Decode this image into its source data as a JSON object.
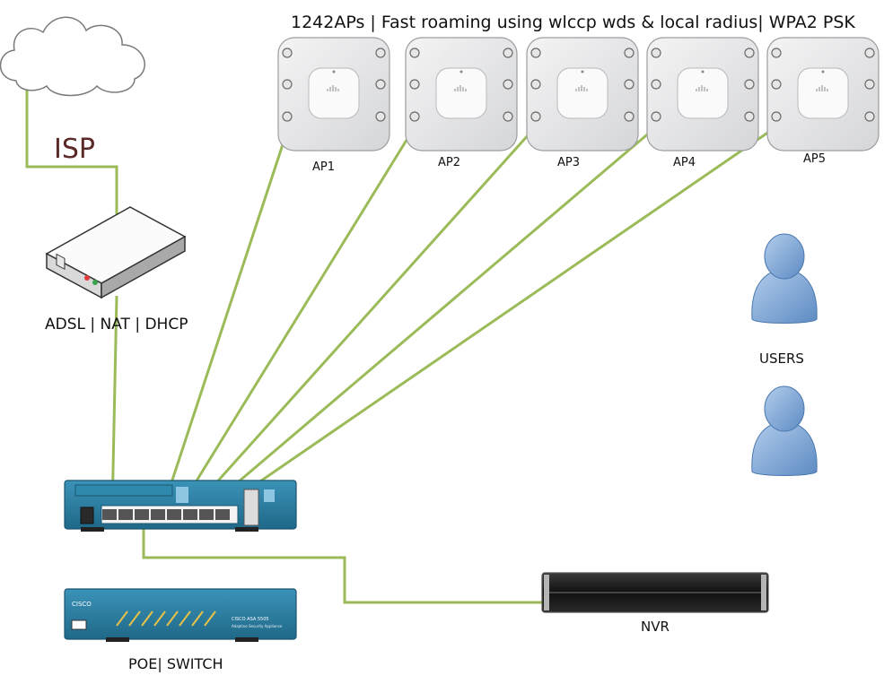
{
  "title": "1242APs | Fast roaming using wlccp wds & local radius| WPA2 PSK",
  "isp_label": "ISP",
  "modem_label": "ADSL | NAT | DHCP",
  "users_label": "USERS",
  "nvr_label": "NVR",
  "switch_label": "POE| SWITCH",
  "access_points": [
    {
      "label": "AP1"
    },
    {
      "label": "AP2"
    },
    {
      "label": "AP3"
    },
    {
      "label": "AP4"
    },
    {
      "label": "AP5"
    }
  ],
  "device_text": {
    "ap_logo": "cisco",
    "asa_logo": "CISCO",
    "asa_model": "CISCO ASA 5505",
    "asa_subtitle": "Adaptive Security Appliance"
  },
  "colors": {
    "link": "#9bbb59",
    "isp_text": "#5a2a27",
    "user_fill": "#8fb4de",
    "device_teal": "#2b7ea1"
  },
  "icons": [
    "cloud-icon",
    "modem-icon",
    "access-point-icon",
    "user-icon",
    "router-icon",
    "nvr-icon",
    "switch-icon"
  ]
}
